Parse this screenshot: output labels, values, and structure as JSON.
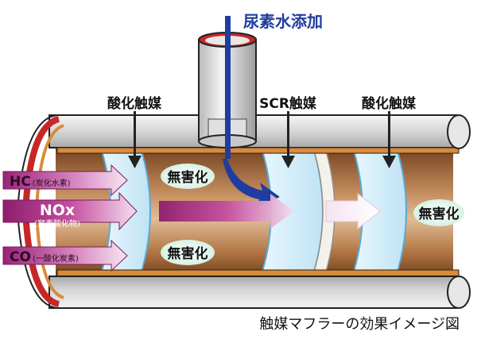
{
  "labels": {
    "urea": "尿素水添加",
    "oxidation_1": "酸化触媒",
    "scr": "SCR触媒",
    "oxidation_2": "酸化触媒",
    "harmless_1": "無害化",
    "harmless_2": "無害化",
    "harmless_3": "無害化",
    "caption": "触媒マフラーの効果イメージ図"
  },
  "gases": {
    "hc": {
      "main": "HC",
      "sub": "(炭化水素)"
    },
    "nox": {
      "main": "NOx",
      "sub": "(窒素酸化物)"
    },
    "co": {
      "main": "CO",
      "sub": "(一酸化炭素)"
    }
  },
  "colors": {
    "pipe_orange": "#d98a3a",
    "pipe_gray": "#bcbcbc",
    "pipe_red_rim": "#c62828",
    "interior_brown": "#a96b3e",
    "catalyst_blue": "#cdeaf8",
    "urea_blue": "#1f3da0",
    "gas_purple": "#a0237a",
    "gas_light": "#f2d6ea",
    "harmless_green": "#d7f0e2"
  }
}
